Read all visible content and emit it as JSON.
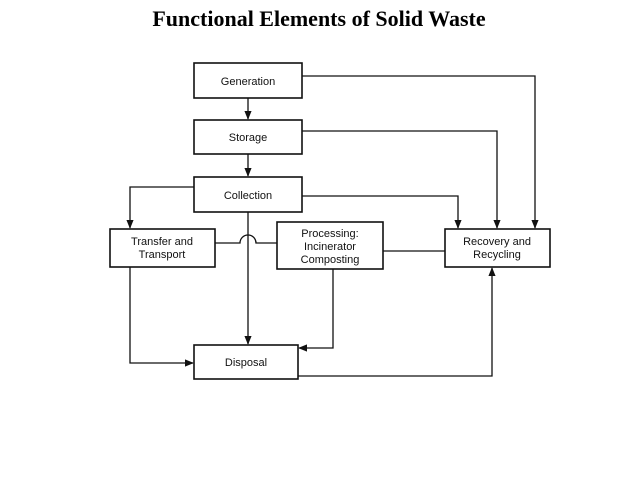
{
  "title": "Functional Elements of Solid Waste",
  "nodes": {
    "generation": "Generation",
    "storage": "Storage",
    "collection": "Collection",
    "transfer": [
      "Transfer and",
      "Transport"
    ],
    "processing": [
      "Processing:",
      "Incinerator",
      "Composting"
    ],
    "recovery": [
      "Recovery and",
      "Recycling"
    ],
    "disposal": "Disposal"
  },
  "colors": {
    "line": "#111111",
    "box_stroke": "#111111",
    "background": "#ffffff"
  }
}
